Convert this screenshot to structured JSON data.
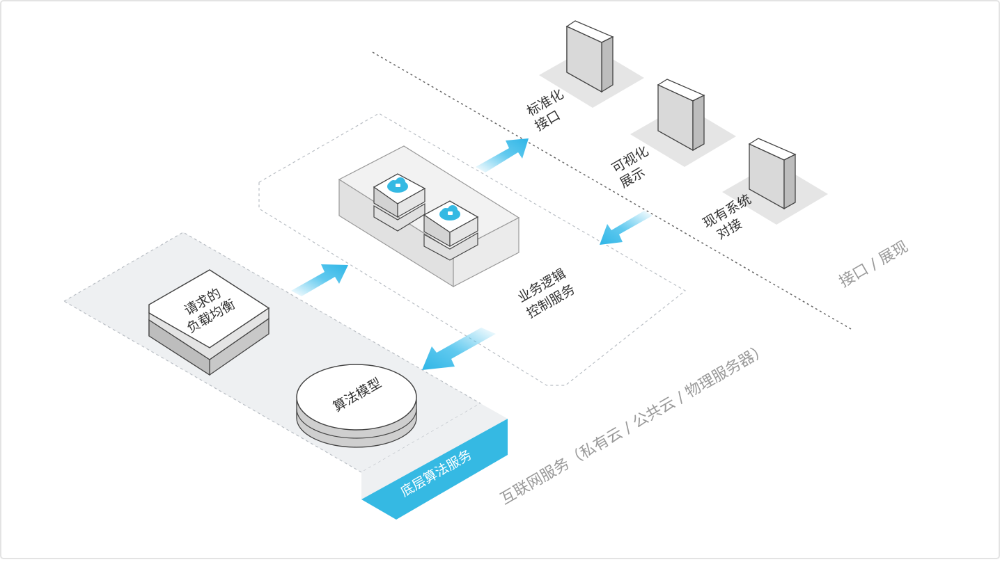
{
  "diagram": {
    "layers": {
      "bottom_zone_label": "底层算法服务",
      "bottom_zone_caption": "互联网服务（私有云 / 公共云 / 物理服务器）",
      "interface_zone_caption": "接口 / 展现"
    },
    "nodes": {
      "load_balance": {
        "line1": "请求的",
        "line2": "负载均衡"
      },
      "algorithm_model": {
        "label": "算法模型"
      },
      "business_logic": {
        "line1": "业务逻辑",
        "line2": "控制服务"
      },
      "standard_interface": {
        "line1": "标准化",
        "line2": "接口"
      },
      "visual_display": {
        "line1": "可视化",
        "line2": "展示"
      },
      "system_integration": {
        "line1": "现有系统",
        "line2": "对接"
      }
    },
    "colors": {
      "accent": "#35b9e3",
      "arrow": "#45c0ec",
      "zone_fill": "#eef0f2",
      "box_face": "#ffffff",
      "box_side": "#c9c9c9",
      "border": "#e3e3e3"
    },
    "icons": [
      "cloud-icon",
      "server-icon",
      "arrow-icon"
    ]
  }
}
